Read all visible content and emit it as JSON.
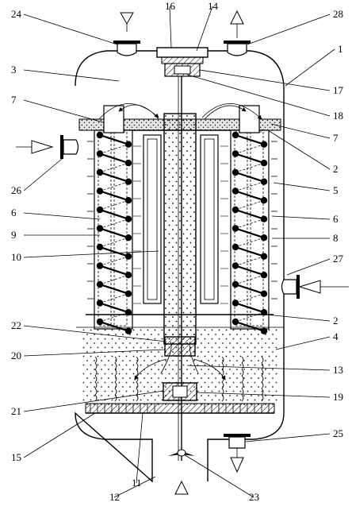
{
  "diagram": {
    "labels": [
      "1",
      "2",
      "3",
      "4",
      "5",
      "6",
      "7",
      "8",
      "9",
      "10",
      "11",
      "12",
      "13",
      "14",
      "15",
      "16",
      "17",
      "18",
      "19",
      "20",
      "21",
      "22",
      "23",
      "24",
      "25",
      "26",
      "27",
      "28"
    ]
  },
  "colors": {
    "ink": "#000000",
    "paper": "#ffffff",
    "bed_fill": "#d8d8d8",
    "coil_dot": "#000000"
  },
  "icons": [
    "inlet-arrow-icon",
    "outlet-arrow-icon"
  ]
}
